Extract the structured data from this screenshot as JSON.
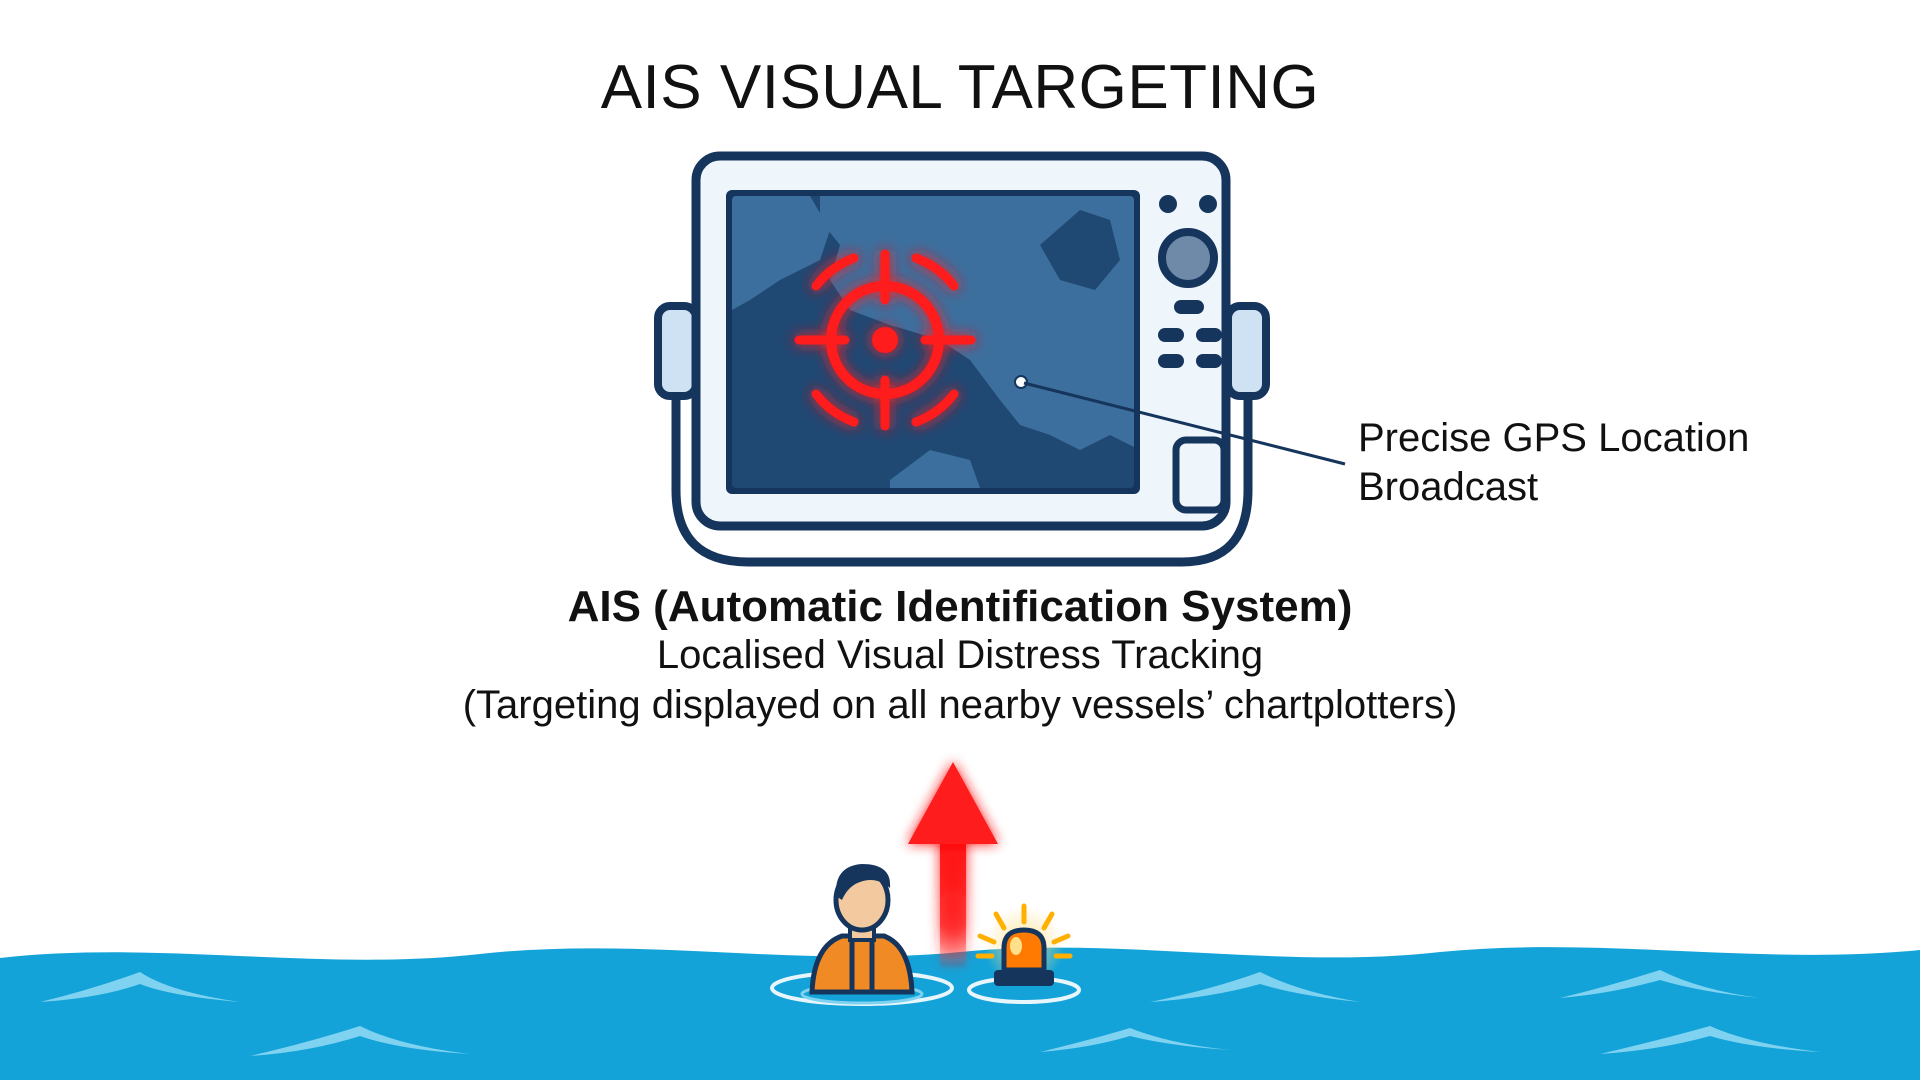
{
  "title": "AIS VISUAL TARGETING",
  "callout": {
    "line1": "Precise GPS Location",
    "line2": "Broadcast"
  },
  "ais": {
    "heading": "AIS (Automatic Identification System)",
    "subtitle": "Localised Visual Distress Tracking",
    "note": "(Targeting displayed on all nearby vessels’ chartplotters)"
  },
  "icons": {
    "device": "chartplotter-icon",
    "target": "crosshair-target-icon",
    "arrow": "up-arrow-icon",
    "person": "person-in-lifejacket-icon",
    "beacon": "flashing-beacon-icon"
  },
  "colors": {
    "navy": "#16355c",
    "screen_water": "#3c6f9e",
    "screen_land": "#1f4873",
    "target_red": "#ff1a1a",
    "sea_blue": "#13a3d9",
    "wave_light": "#7fd3f0",
    "lifejacket": "#f08a24",
    "beacon_amber": "#ffb000"
  }
}
